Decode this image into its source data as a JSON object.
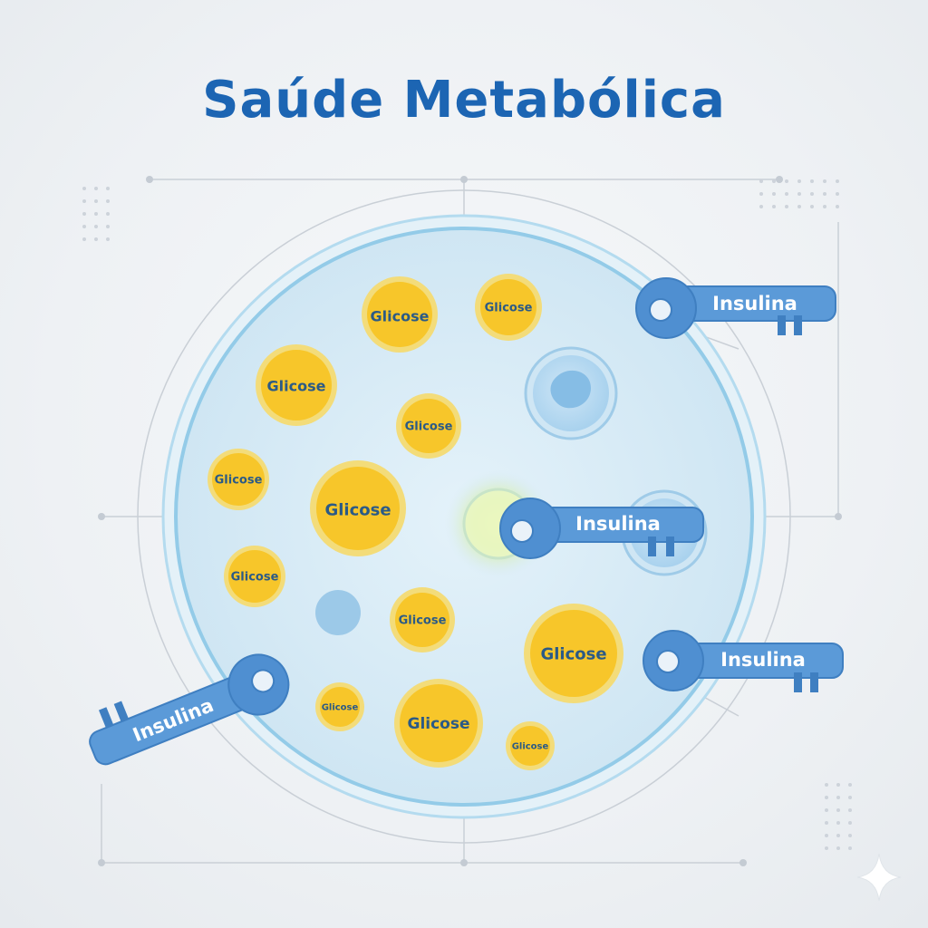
{
  "title": "Saúde Metabólica",
  "glucose_label": "Glicose",
  "insulin_label": "Insulina",
  "colors": {
    "title": "#1c65b3",
    "glucose_fill": "#f7c62a",
    "glucose_ring": "#f3d96a",
    "insulin_key": "#5b9ad8",
    "cell_fill": "#d6ebf6",
    "cell_border": "#8fc8e6"
  },
  "icons": [
    "glucose-molecule-icon",
    "insulin-key-icon",
    "receptor-icon",
    "sparkle-icon"
  ]
}
